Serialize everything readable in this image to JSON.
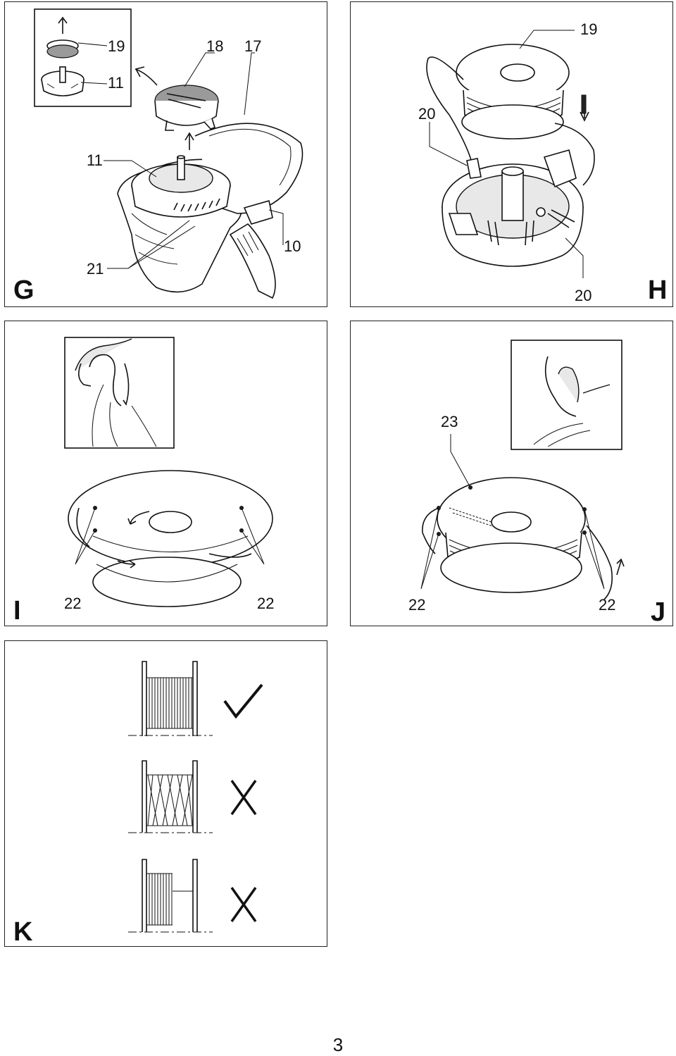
{
  "panels": {
    "G": {
      "letter": "G",
      "callouts": {
        "c19": "19",
        "c11_inset": "11",
        "c18": "18",
        "c17": "17",
        "c11": "11",
        "c10": "10",
        "c21": "21"
      }
    },
    "H": {
      "letter": "H",
      "callouts": {
        "c19": "19",
        "c20_top": "20",
        "c20_bottom": "20"
      }
    },
    "I": {
      "letter": "I",
      "callouts": {
        "c22_left": "22",
        "c22_right": "22"
      }
    },
    "J": {
      "letter": "J",
      "callouts": {
        "c23": "23",
        "c22_left": "22",
        "c22_right": "22"
      }
    },
    "K": {
      "letter": "K"
    }
  },
  "page_number": "3"
}
